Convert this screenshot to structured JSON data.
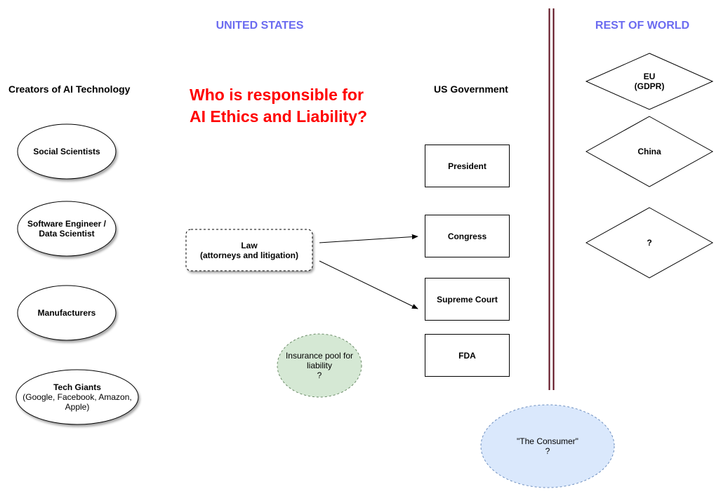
{
  "headers": {
    "united_states": "UNITED STATES",
    "rest_of_world": "REST OF WORLD"
  },
  "creators": {
    "title": "Creators of AI Technology",
    "items": [
      "Social Scientists",
      "Software Engineer /\nData Scientist",
      "Manufacturers",
      "Tech Giants",
      "(Google, Facebook, Amazon,\nApple)"
    ]
  },
  "question": {
    "line1": "Who is responsible for",
    "line2": "AI Ethics and Liability?"
  },
  "law": {
    "label": "Law\n(attorneys and litigation)"
  },
  "insurance": {
    "label": "Insurance pool for\nliability\n?"
  },
  "government": {
    "title": "US Government",
    "items": [
      "President",
      "Congress",
      "Supreme Court",
      "FDA"
    ]
  },
  "consumer": {
    "label": "\"The Consumer\"\n?"
  },
  "world": {
    "items": [
      "EU\n(GDPR)",
      "China",
      "?"
    ]
  },
  "colors": {
    "header_blue": "#6b6bf0",
    "question_red": "#ff0000",
    "insurance_fill": "#d5e8d4",
    "consumer_fill": "#dae8fc",
    "divider": "#5a0a1a"
  }
}
